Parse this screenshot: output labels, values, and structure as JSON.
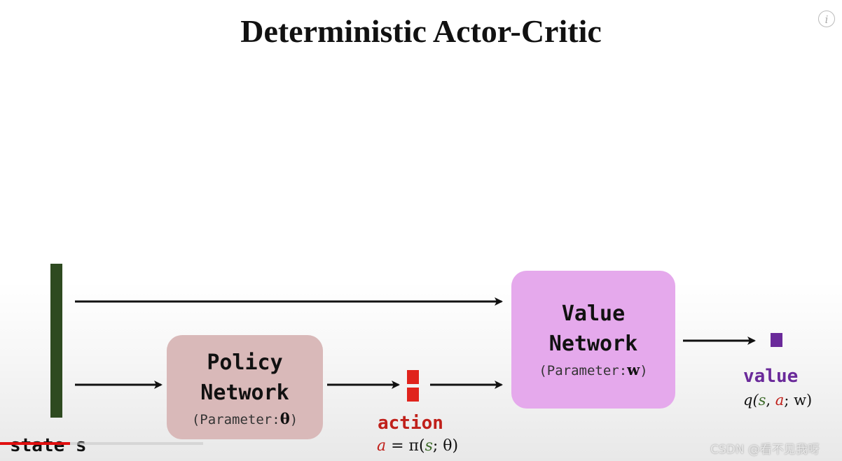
{
  "title": "Deterministic Actor-Critic",
  "info_icon": "info-icon",
  "policy": {
    "line1": "Policy",
    "line2": "Network",
    "param_prefix": "(Parameter:",
    "param_symbol": "θ",
    "param_suffix": ")"
  },
  "value_net": {
    "line1": "Value",
    "line2": "Network",
    "param_prefix": "(Parameter:",
    "param_symbol": "w",
    "param_suffix": ")"
  },
  "state_label": "state s",
  "action_label": "action",
  "action_formula": {
    "a": "a",
    "eq": " = π(",
    "s": "s",
    "rest": "; θ)"
  },
  "value_label": "value",
  "value_formula": {
    "q": "q(",
    "s": "s",
    "comma": ", ",
    "a": "a",
    "rest": "; w)"
  },
  "watermark": "CSDN @看不见我呀",
  "colors": {
    "state": "#2e4a20",
    "action": "#e0231c",
    "value": "#6a2a9a",
    "policy_box": "#d9b9b9",
    "value_box": "#e5a9ec"
  }
}
